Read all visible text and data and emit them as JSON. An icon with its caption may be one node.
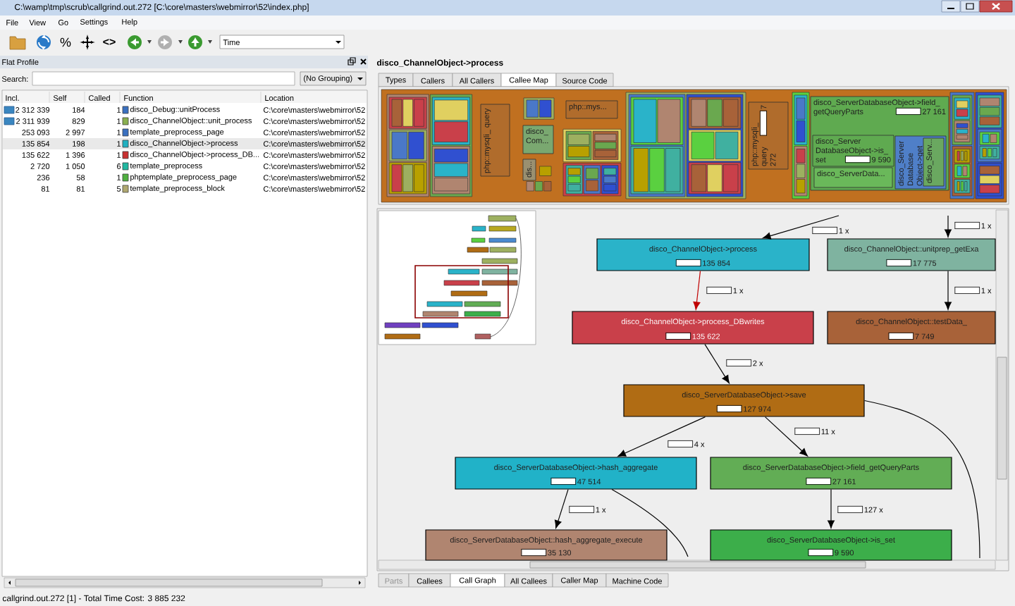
{
  "diagram": {
    "title": "disco_ChannelObject->process",
    "nodes": [
      {
        "text": [
          "php::mysqli_ query"
        ]
      },
      {
        "text": [
          "disco_ Com..."
        ]
      },
      {
        "text": [
          "dis..."
        ]
      },
      {
        "text": [
          "php::mys..."
        ]
      },
      {
        "text": [
          "php::mysqli_ query",
          "7 272"
        ]
      },
      {
        "text": [
          "disco_ServerDatabaseObject->field_ getQueryParts",
          "27 161"
        ]
      },
      {
        "text": [
          "disco_Server DatabaseObject->is_ set",
          "9 590"
        ],
        "in": 5
      },
      {
        "text": [
          "disco_ServerData..."
        ],
        "in": 5
      },
      {
        "text": [
          "disco_Server Database Object->get"
        ],
        "in": 5
      },
      {
        "text": [
          "disco_Serv..."
        ],
        "in": 8
      },
      {
        "text": [
          "disco_ChannelObject->process",
          "135 854"
        ]
      },
      {
        "text": [
          "disco_ChannelObject::unitprep_getExa",
          "17 775"
        ]
      },
      {
        "text": [
          "disco_ChannelObject->process_DBwrites",
          "135 622"
        ]
      },
      {
        "text": [
          "disco_ChannelObject::testData_",
          "7 749"
        ]
      },
      {
        "text": [
          "disco_ServerDatabaseObject->save",
          "127 974"
        ]
      },
      {
        "text": [
          "disco_ServerDatabaseObject->hash_aggregate",
          "47 514"
        ]
      },
      {
        "text": [
          "disco_ServerDatabaseObject->field_getQueryParts",
          "27 161"
        ]
      },
      {
        "text": [
          "disco_ServerDatabaseObject::hash_aggregate_execute",
          "35 130"
        ]
      },
      {
        "text": [
          "disco_ServerDatabaseObject->is_set",
          "9 590"
        ]
      }
    ],
    "edges": [
      {
        "from": null,
        "to": 10,
        "arrow": "to",
        "label": "1 x"
      },
      {
        "from": null,
        "to": 11,
        "arrow": "to",
        "label": "1 x"
      },
      {
        "from": 10,
        "to": 12,
        "arrow": "to",
        "label": "1 x",
        "color": "#c00000"
      },
      {
        "from": 11,
        "to": 13,
        "arrow": "to",
        "label": "1 x"
      },
      {
        "from": 12,
        "to": 14,
        "arrow": "to",
        "label": "2 x"
      },
      {
        "from": 14,
        "to": 15,
        "arrow": "to",
        "label": "4 x"
      },
      {
        "from": 14,
        "to": 16,
        "arrow": "to",
        "label": "11 x"
      },
      {
        "from": 15,
        "to": 17,
        "arrow": "to",
        "label": "1 x"
      },
      {
        "from": 16,
        "to": 18,
        "arrow": "to",
        "label": "127 x"
      },
      {
        "from": 15,
        "to": null,
        "arrow": "none"
      },
      {
        "from": 14,
        "to": null,
        "arrow": "none"
      }
    ],
    "labels": [
      "C:\\wamp\\tmp\\scrub\\callgrind.out.272 [C:\\core\\masters\\webmirror\\52\\index.php]",
      "File",
      "View",
      "Go",
      "Settings",
      "Help",
      "%",
      "<>",
      "Time",
      "Flat Profile",
      "Search:",
      "(No Grouping)",
      "Incl.",
      "Self",
      "Called",
      "Function",
      "Location",
      "2 312 339",
      "184",
      "1",
      "disco_Debug::unitProcess",
      "C:\\core\\masters\\webmirror\\52",
      "2 311 939",
      "829",
      "1",
      "disco_ChannelObject::unit_process",
      "C:\\core\\masters\\webmirror\\52",
      "253 093",
      "2 997",
      "1",
      "template_preprocess_page",
      "C:\\core\\masters\\webmirror\\52",
      "135 854",
      "198",
      "1",
      "disco_ChannelObject->process",
      "C:\\core\\masters\\webmirror\\52",
      "135 622",
      "1 396",
      "1",
      "disco_ChannelObject->process_DB...",
      "C:\\core\\masters\\webmirror\\52",
      "2 720",
      "1 050",
      "6",
      "template_preprocess",
      "C:\\core\\masters\\webmirror\\52",
      "236",
      "58",
      "1",
      "phptemplate_preprocess_page",
      "C:\\core\\masters\\webmirror\\52",
      "81",
      "81",
      "5",
      "template_preprocess_block",
      "C:\\core\\masters\\webmirror\\52",
      "Types",
      "Callers",
      "All Callers",
      "Callee Map",
      "Source Code",
      "Parts",
      "Callees",
      "Call Graph",
      "All Callees",
      "Caller Map",
      "Machine Code",
      "callgrind.out.272 [1] - Total Time Cost: 3 885 232"
    ]
  }
}
